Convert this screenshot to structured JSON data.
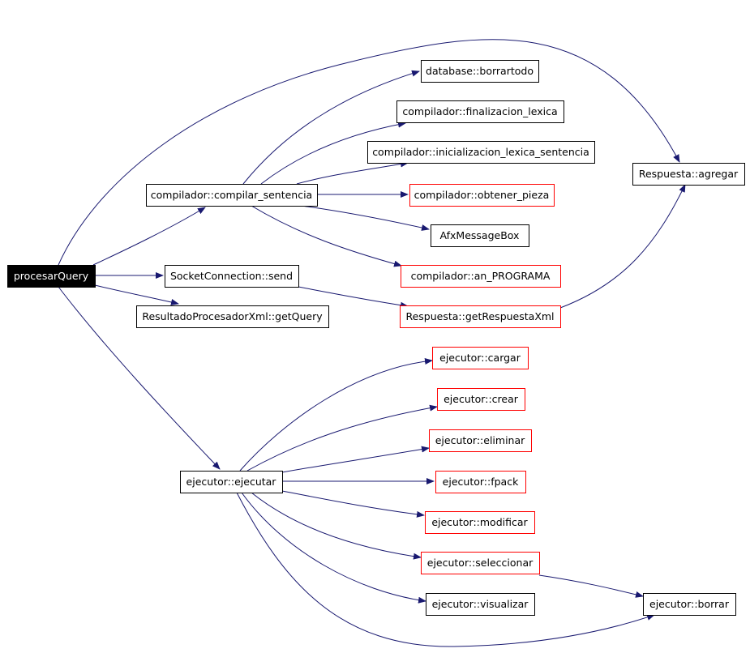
{
  "diagram": {
    "colors": {
      "background": "#ffffff",
      "edge": "#191970",
      "border_documented": "#000000",
      "border_undocumented": "#ff0000",
      "root_fill": "#000000",
      "root_text": "#ffffff",
      "text": "#000000"
    },
    "nodes": [
      {
        "id": "procesarQuery",
        "label": "procesarQuery",
        "style": "root"
      },
      {
        "id": "compilar_sentencia",
        "label": "compilador::compilar_sentencia",
        "style": "black"
      },
      {
        "id": "send",
        "label": "SocketConnection::send",
        "style": "black"
      },
      {
        "id": "getQuery",
        "label": "ResultadoProcesadorXml::getQuery",
        "style": "black"
      },
      {
        "id": "ejecutar",
        "label": "ejecutor::ejecutar",
        "style": "black"
      },
      {
        "id": "borrartodo",
        "label": "database::borrartodo",
        "style": "black"
      },
      {
        "id": "finalizacion_lexica",
        "label": "compilador::finalizacion_lexica",
        "style": "black"
      },
      {
        "id": "inicializacion_lexica",
        "label": "compilador::inicializacion_lexica_sentencia",
        "style": "black"
      },
      {
        "id": "obtener_pieza",
        "label": "compilador::obtener_pieza",
        "style": "red"
      },
      {
        "id": "AfxMessageBox",
        "label": "AfxMessageBox",
        "style": "black"
      },
      {
        "id": "an_PROGRAMA",
        "label": "compilador::an_PROGRAMA",
        "style": "red"
      },
      {
        "id": "getRespuestaXml",
        "label": "Respuesta::getRespuestaXml",
        "style": "red"
      },
      {
        "id": "agregar",
        "label": "Respuesta::agregar",
        "style": "black"
      },
      {
        "id": "cargar",
        "label": "ejecutor::cargar",
        "style": "red"
      },
      {
        "id": "crear",
        "label": "ejecutor::crear",
        "style": "red"
      },
      {
        "id": "eliminar",
        "label": "ejecutor::eliminar",
        "style": "red"
      },
      {
        "id": "fpack",
        "label": "ejecutor::fpack",
        "style": "red"
      },
      {
        "id": "modificar",
        "label": "ejecutor::modificar",
        "style": "red"
      },
      {
        "id": "seleccionar",
        "label": "ejecutor::seleccionar",
        "style": "red"
      },
      {
        "id": "visualizar",
        "label": "ejecutor::visualizar",
        "style": "black"
      },
      {
        "id": "borrar",
        "label": "ejecutor::borrar",
        "style": "black"
      }
    ],
    "edges": [
      {
        "from": "procesarQuery",
        "to": "agregar"
      },
      {
        "from": "procesarQuery",
        "to": "compilar_sentencia"
      },
      {
        "from": "procesarQuery",
        "to": "send"
      },
      {
        "from": "procesarQuery",
        "to": "getQuery"
      },
      {
        "from": "procesarQuery",
        "to": "ejecutar"
      },
      {
        "from": "compilar_sentencia",
        "to": "borrartodo"
      },
      {
        "from": "compilar_sentencia",
        "to": "finalizacion_lexica"
      },
      {
        "from": "compilar_sentencia",
        "to": "inicializacion_lexica"
      },
      {
        "from": "compilar_sentencia",
        "to": "obtener_pieza"
      },
      {
        "from": "compilar_sentencia",
        "to": "AfxMessageBox"
      },
      {
        "from": "compilar_sentencia",
        "to": "an_PROGRAMA"
      },
      {
        "from": "send",
        "to": "getRespuestaXml"
      },
      {
        "from": "getRespuestaXml",
        "to": "agregar"
      },
      {
        "from": "ejecutar",
        "to": "cargar"
      },
      {
        "from": "ejecutar",
        "to": "crear"
      },
      {
        "from": "ejecutar",
        "to": "eliminar"
      },
      {
        "from": "ejecutar",
        "to": "fpack"
      },
      {
        "from": "ejecutar",
        "to": "modificar"
      },
      {
        "from": "ejecutar",
        "to": "seleccionar"
      },
      {
        "from": "ejecutar",
        "to": "visualizar"
      },
      {
        "from": "ejecutar",
        "to": "borrar"
      },
      {
        "from": "seleccionar",
        "to": "borrar"
      }
    ]
  }
}
